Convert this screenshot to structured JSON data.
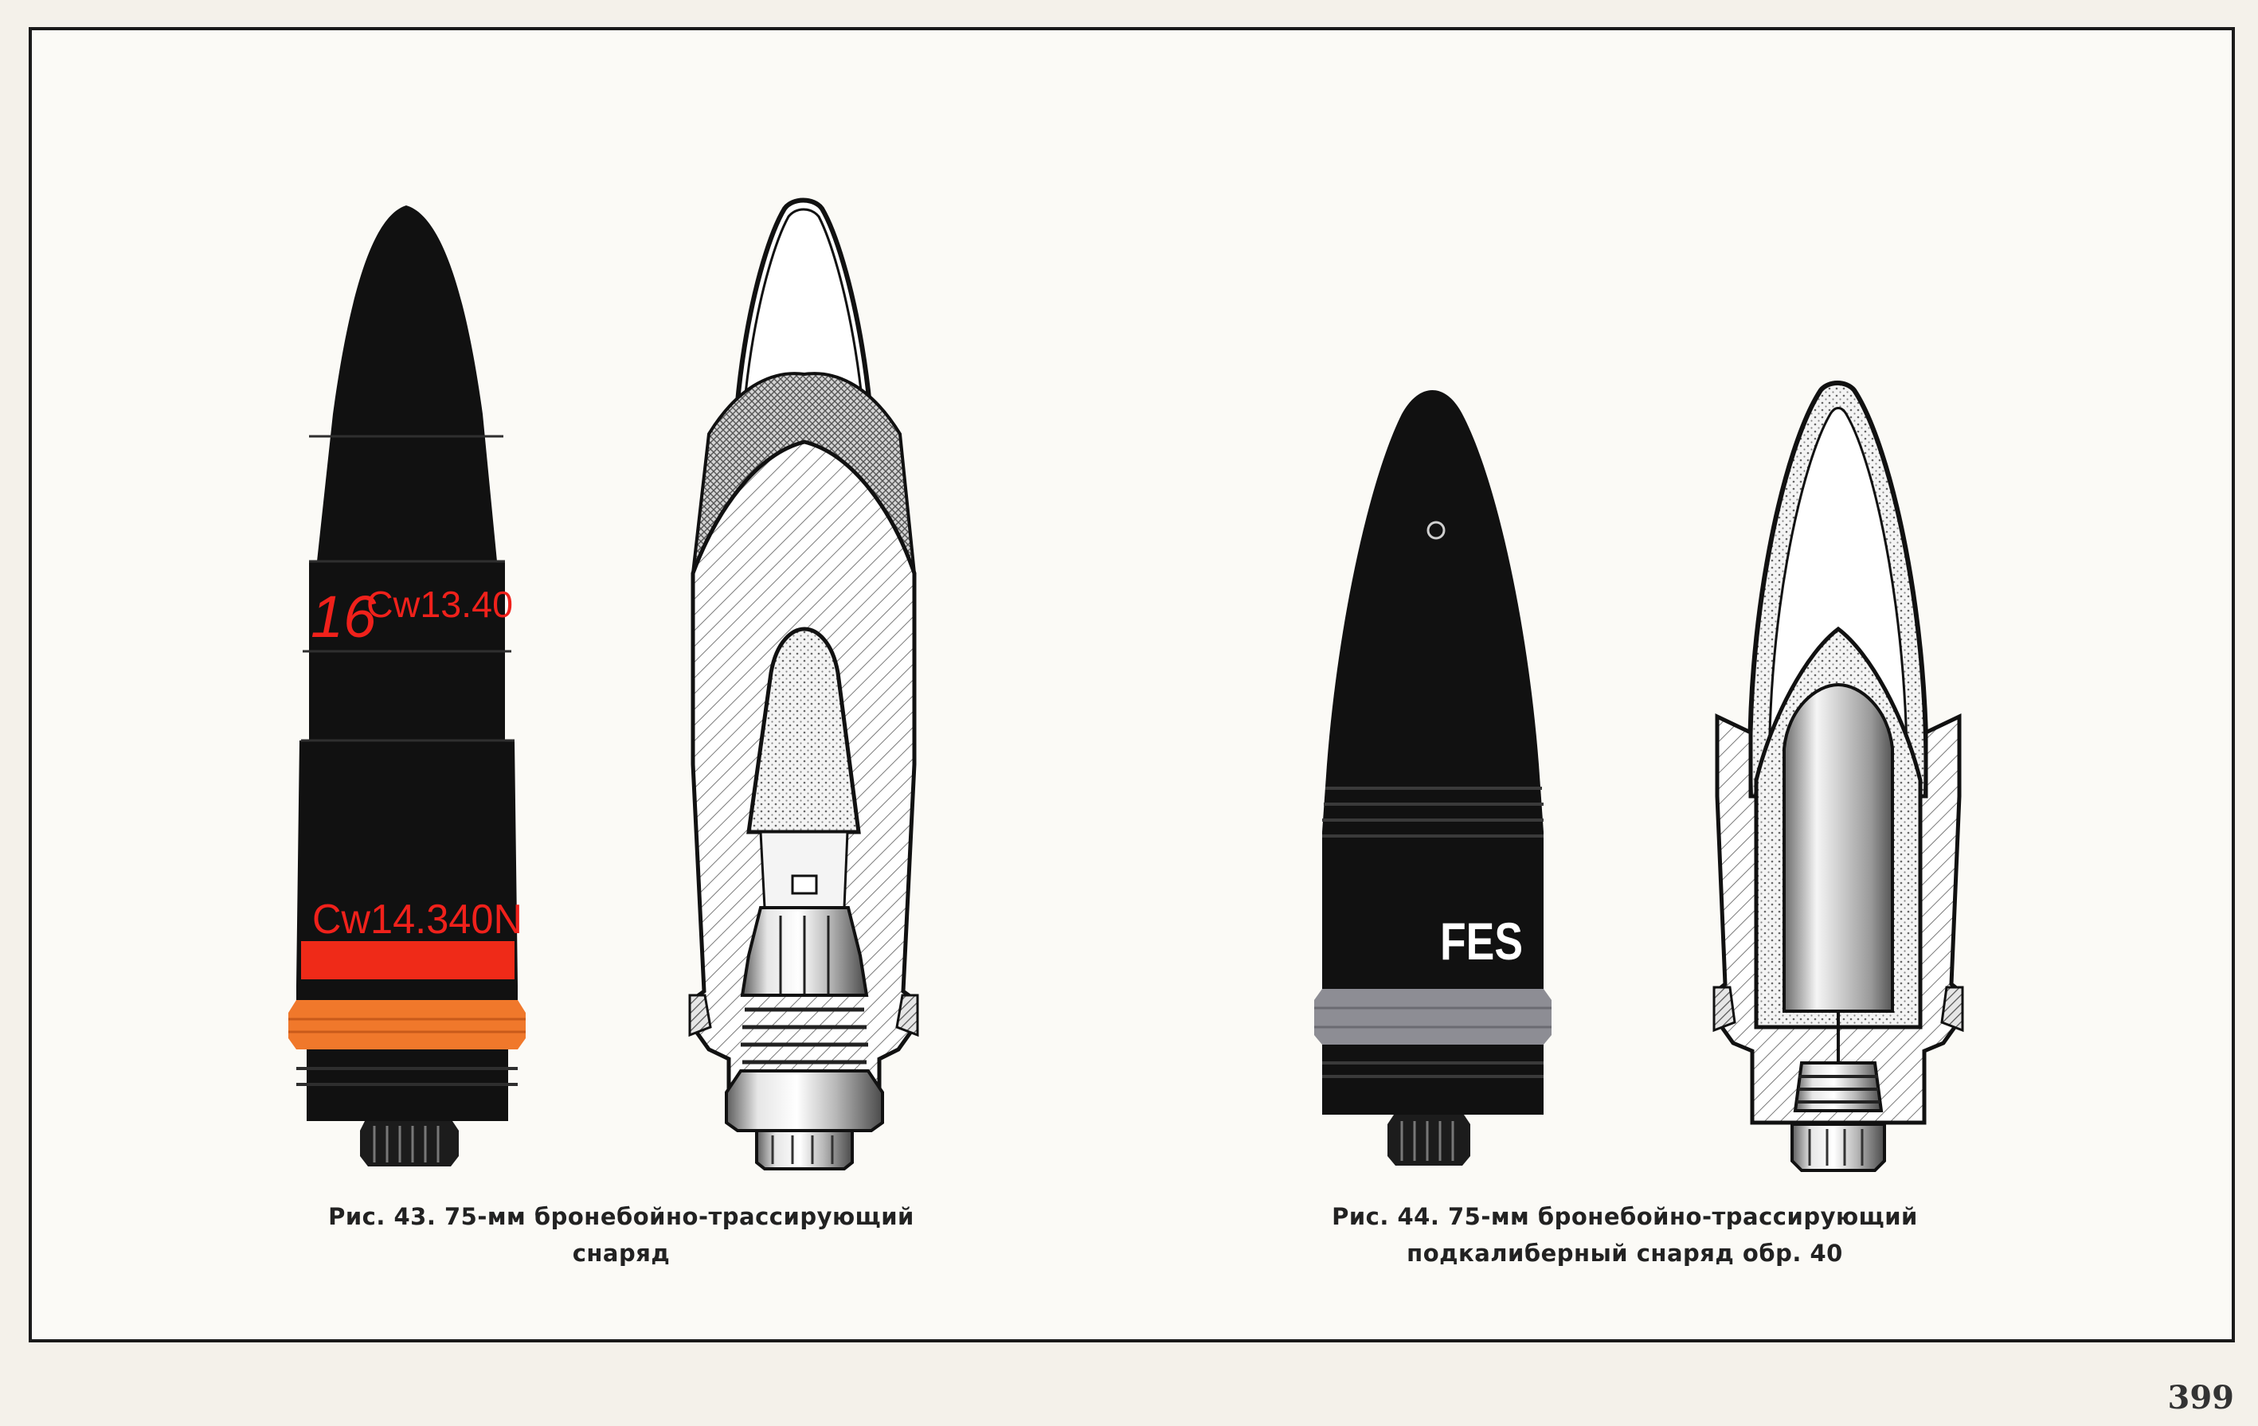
{
  "figure_43": {
    "markings": {
      "line1_number": "16",
      "line1_code": "Cw13.40",
      "line2_code": "Cw14.340N"
    },
    "caption": {
      "line1": "Рис. 43. 75-мм бронебойно-трассирующий",
      "line2": "снаряд"
    }
  },
  "figure_44": {
    "markings": {
      "code": "FES"
    },
    "caption": {
      "line1": "Рис. 44. 75-мм бронебойно-трассирующий",
      "line2": "подкалиберный снаряд обр. 40"
    }
  },
  "page_number": "399",
  "colors": {
    "shell_black": "#111111",
    "marking_red": "#f0211b",
    "band_red": "#ef2a18",
    "driving_band_orange": "#f0782b",
    "driving_band_gray": "#8d8d94",
    "marking_white": "#ffffff",
    "section_hatch": "#6a6a6a"
  }
}
